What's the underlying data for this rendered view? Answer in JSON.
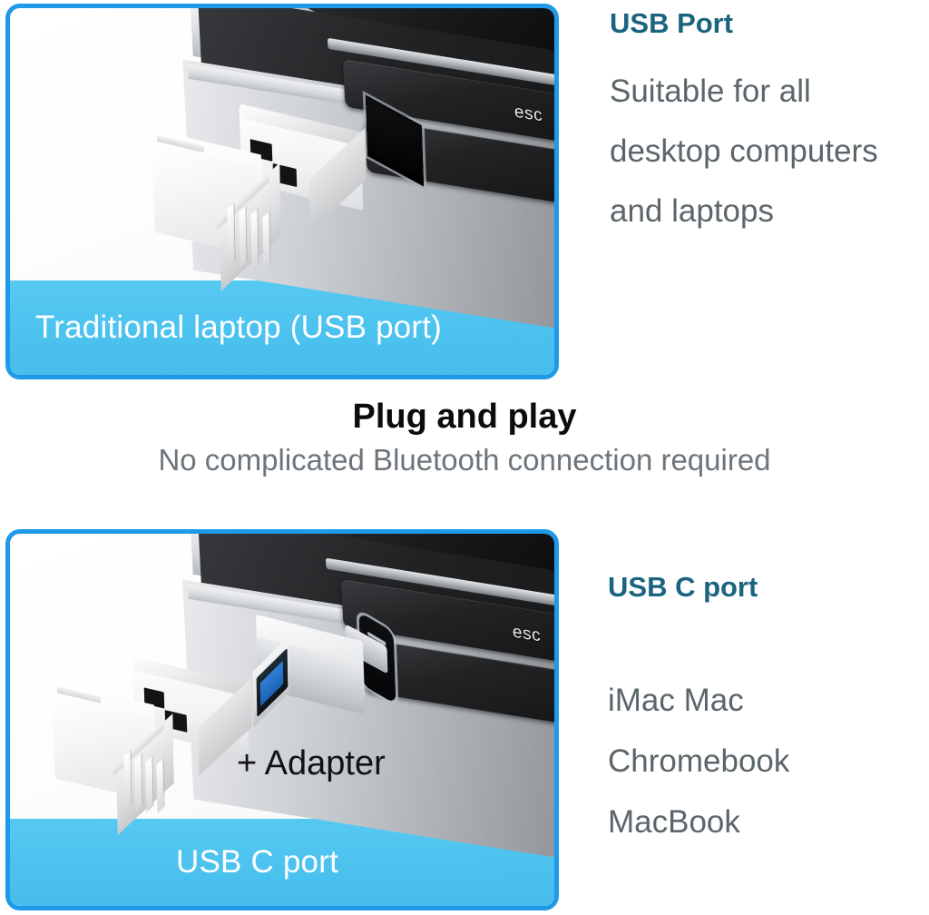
{
  "colors": {
    "panel_border": "#1e9ae8",
    "caption_bar": "#4cc2ef",
    "caption_text": "#ffffff",
    "heading_teal": "#1a6480",
    "body_gray": "#5c666a",
    "title_black": "#0b0c0d",
    "subtitle_gray": "#6d757b",
    "usb3_blue": "#1b62b4"
  },
  "top_panel": {
    "caption": "Traditional laptop (USB port)",
    "photo": {
      "dongle_label": "white-nano-usb-dongle",
      "laptop_label": "silver-laptop-with-usb-a-port",
      "key_label": "esc"
    }
  },
  "top_column": {
    "heading": "USB Port",
    "lines": [
      "Suitable for all",
      "desktop computers",
      "and laptops"
    ]
  },
  "middle": {
    "title": "Plug and play",
    "subtitle": "No complicated Bluetooth connection required"
  },
  "bottom_panel": {
    "caption": "USB C port",
    "photo": {
      "dongle_label": "white-nano-usb-dongle",
      "adapter_label": "usb-c-to-usb-a-adapter",
      "adapter_caption": "+ Adapter",
      "laptop_label": "silver-laptop-with-usb-c-port",
      "key_label": "esc"
    }
  },
  "bottom_column": {
    "heading": "USB C port",
    "lines": [
      "iMac Mac",
      "Chromebook",
      "MacBook"
    ]
  }
}
